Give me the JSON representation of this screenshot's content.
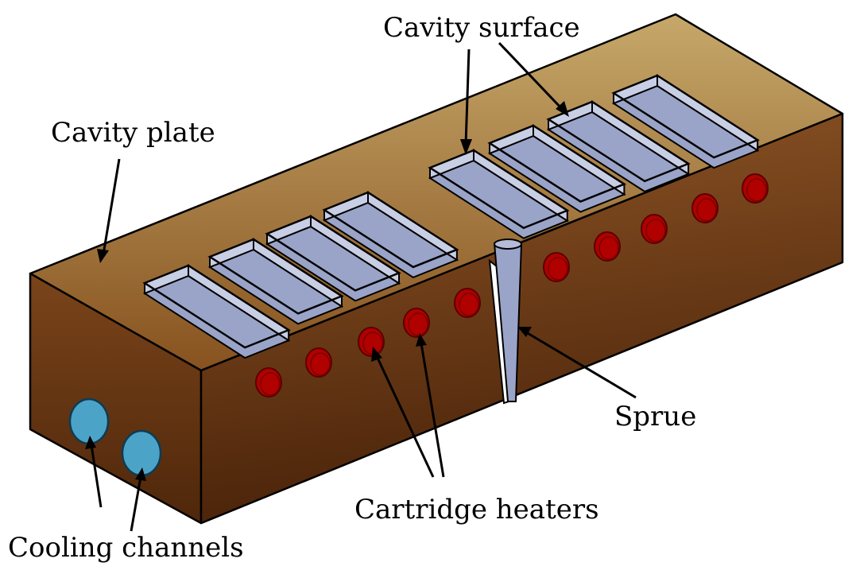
{
  "labels": {
    "cavity_plate": "Cavity plate",
    "cavity_surface": "Cavity surface",
    "sprue": "Sprue",
    "cartridge_heaters": "Cartridge heaters",
    "cooling_channels": "Cooling channels"
  },
  "colors": {
    "top_light": "#c6a86a",
    "top_dark": "#87521f",
    "front_light": "#8e5526",
    "front_dark": "#4a2309",
    "end_light": "#7a441a",
    "end_dark": "#4f270b",
    "cavity": "#9aa4c8",
    "cavity_wall": "#c8cee4",
    "heater": "#b00000",
    "heater_edge": "#5a0000",
    "cooling": "#4ca3c8",
    "cooling_edge": "#0e3b52"
  },
  "counts": {
    "cavities": 8,
    "cartridge_heaters": 10,
    "cooling_channels": 2
  }
}
